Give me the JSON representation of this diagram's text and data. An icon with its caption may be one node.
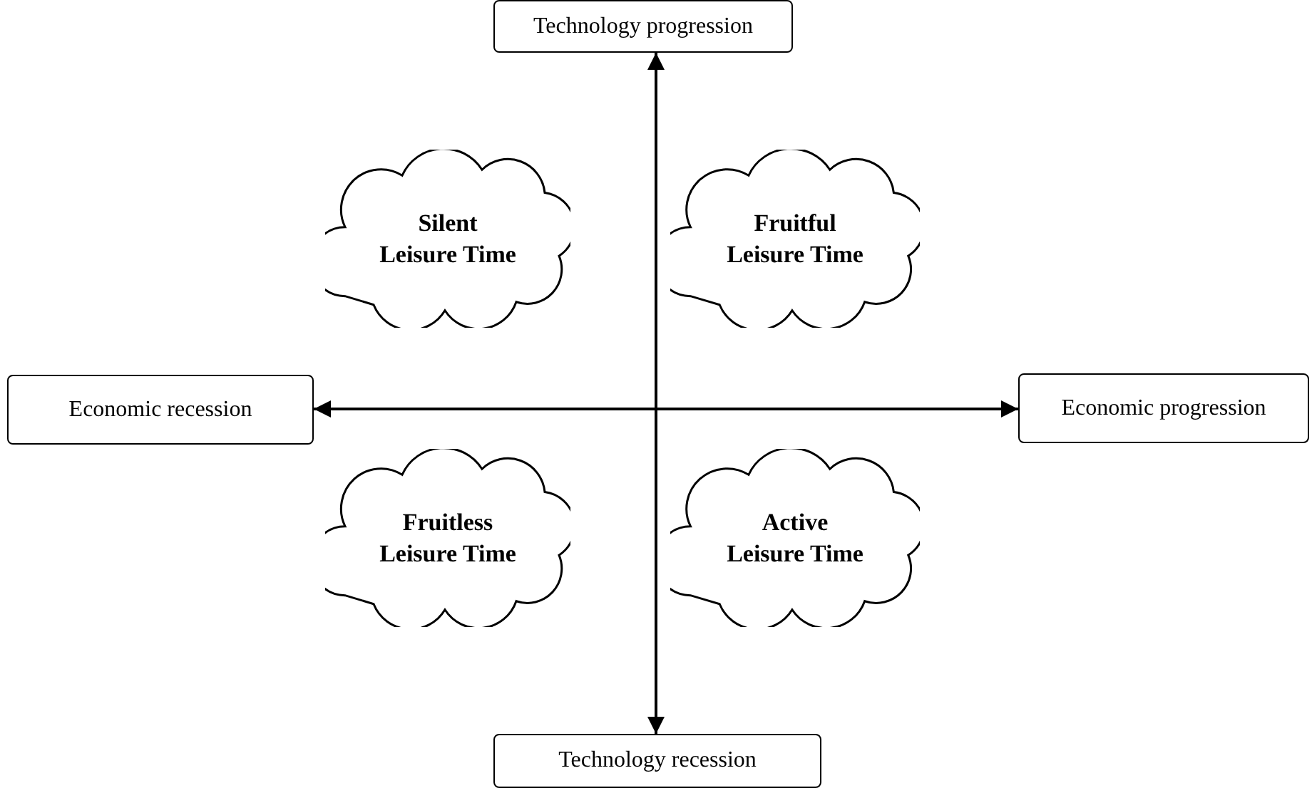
{
  "diagram": {
    "nodes": [
      {
        "text": [
          "Technology progression"
        ]
      },
      {
        "text": [
          "Silent Leisure Time"
        ]
      },
      {
        "text": [
          "Fruitful Leisure Time"
        ]
      },
      {
        "text": [
          "Economic recession"
        ]
      },
      {
        "text": [
          "Economic progression"
        ]
      },
      {
        "text": [
          "Fruitless Leisure Time"
        ]
      },
      {
        "text": [
          "Active Leisure Time"
        ]
      },
      {
        "text": [
          "Technology recession"
        ]
      }
    ],
    "edges": [
      {
        "from": 0,
        "to": 7,
        "arrow": "both"
      },
      {
        "from": 3,
        "to": 4,
        "arrow": "both"
      }
    ]
  }
}
